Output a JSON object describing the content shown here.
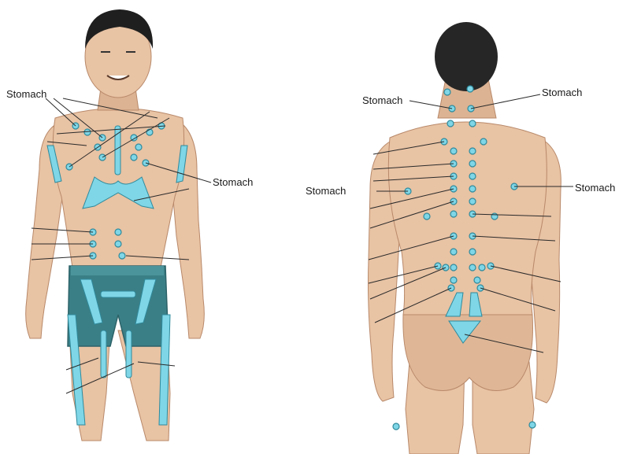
{
  "labels": {
    "front_left": "Stomach",
    "front_right": "Stomach",
    "back_top_left": "Stomach",
    "back_top_right": "Stomach",
    "back_mid_left": "Stomach",
    "back_mid_right": "Stomach"
  },
  "colors": {
    "skin": "#e8c3a4",
    "skin_shadow": "#c99a78",
    "hair": "#1f1f1f",
    "shorts": "#3b7f86",
    "shorts_dark": "#2c6268",
    "point_fill": "#7fd6e6",
    "point_stroke": "#2f8a9c",
    "line": "#2a2a2a"
  }
}
